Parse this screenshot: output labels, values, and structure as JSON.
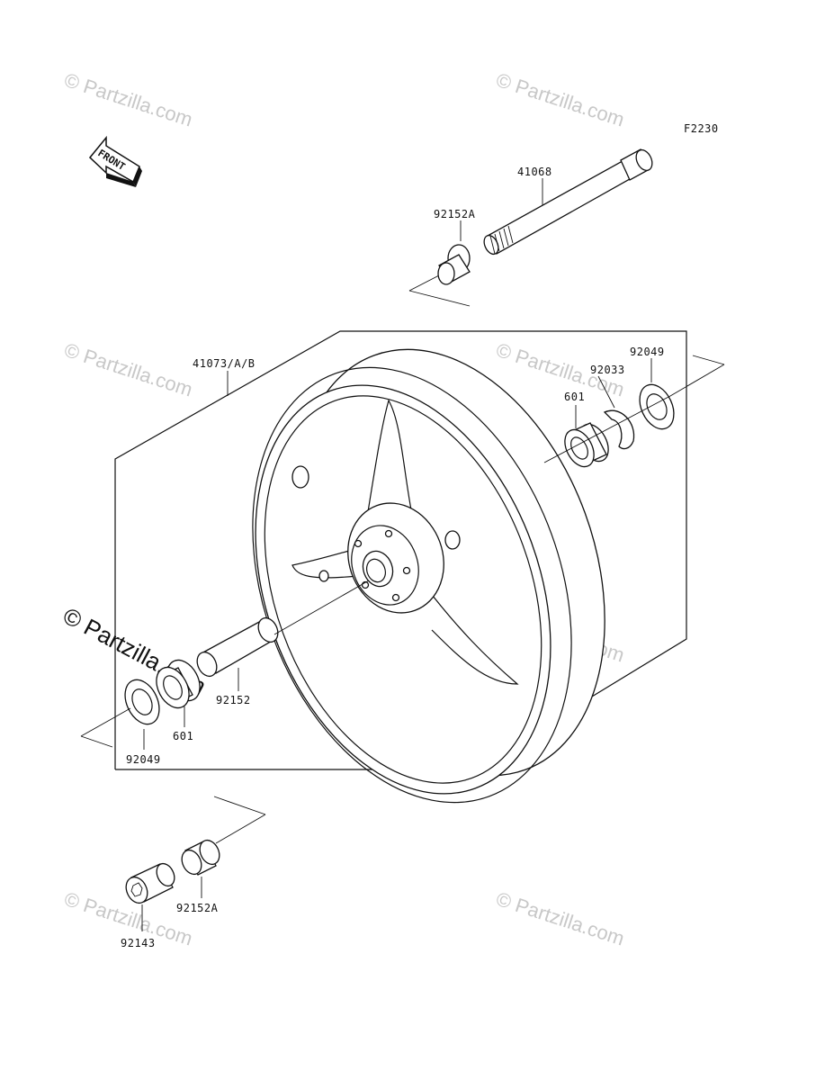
{
  "diagram": {
    "code": "F2230",
    "front_label": "FRONT",
    "watermark_text": "© Partzilla.com",
    "labels": {
      "axle": "41068",
      "collar_top": "92152A",
      "wheel": "41073/A/B",
      "seal_right": "92049",
      "circlip": "92033",
      "bearing_right": "601",
      "spacer": "92152",
      "bearing_left": "601",
      "seal_left": "92049",
      "collar_bottom": "92152A",
      "nut": "92143"
    }
  }
}
